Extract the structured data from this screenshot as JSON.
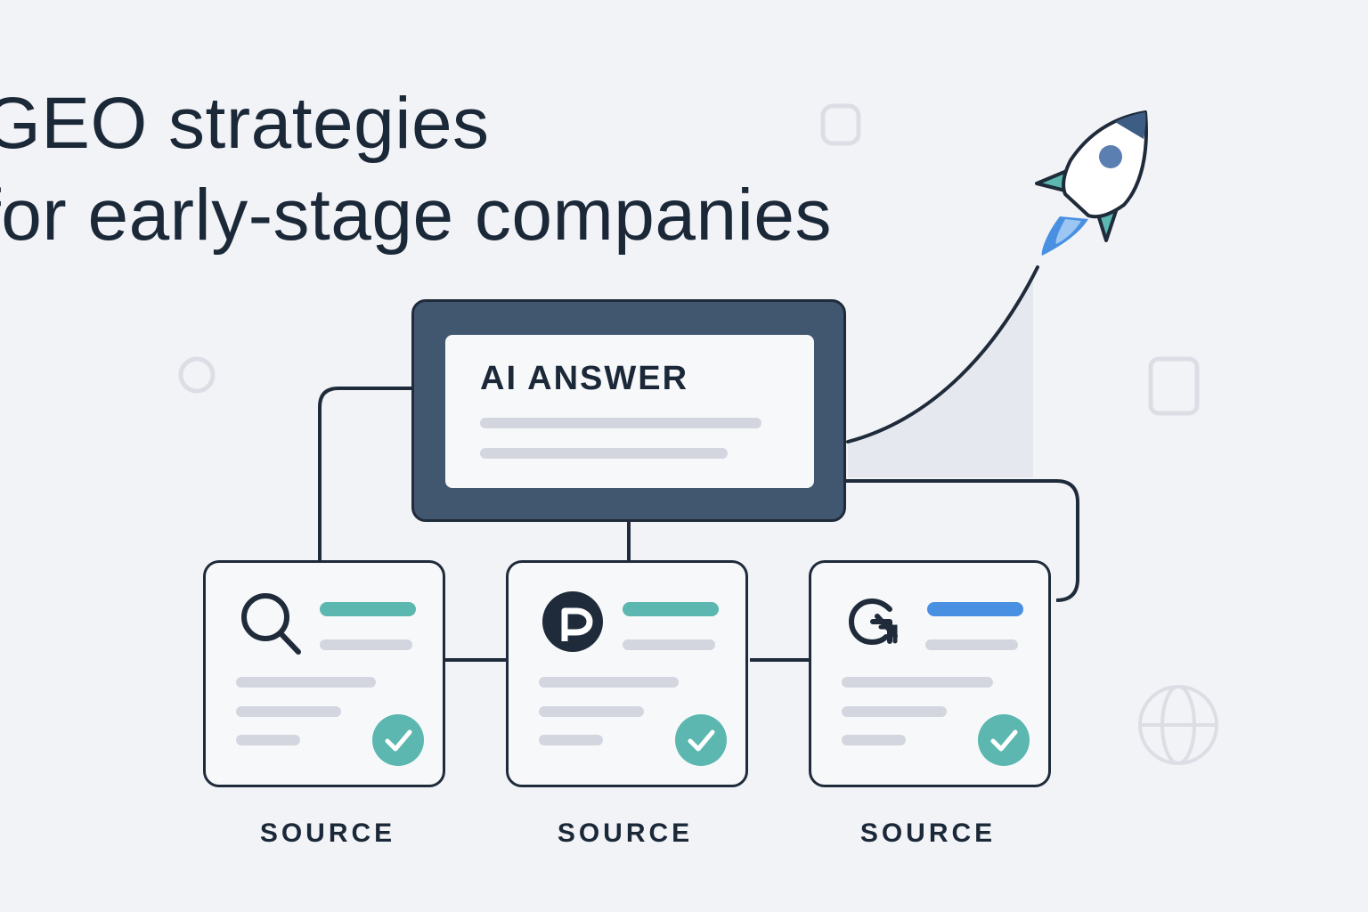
{
  "title": {
    "line1": "GEO strategies",
    "line2": "for early-stage companies"
  },
  "answer": {
    "label": "AI ANSWER"
  },
  "sources": [
    {
      "label": "SOURCE",
      "icon": "search-icon",
      "accent": "#5bb7b0"
    },
    {
      "label": "SOURCE",
      "icon": "p-logo-icon",
      "accent": "#5bb7b0"
    },
    {
      "label": "SOURCE",
      "icon": "g-logo-icon",
      "accent": "#4a90e2"
    }
  ],
  "colors": {
    "background": "#f2f3f7",
    "ink": "#1b2838",
    "frame": "#41566f",
    "teal": "#5bb7b0",
    "blue": "#4a90e2",
    "placeholder": "#d3d6de"
  },
  "decorations": [
    "rounded-square-icon",
    "circle-icon",
    "rounded-square-icon",
    "globe-icon",
    "rocket-icon"
  ]
}
